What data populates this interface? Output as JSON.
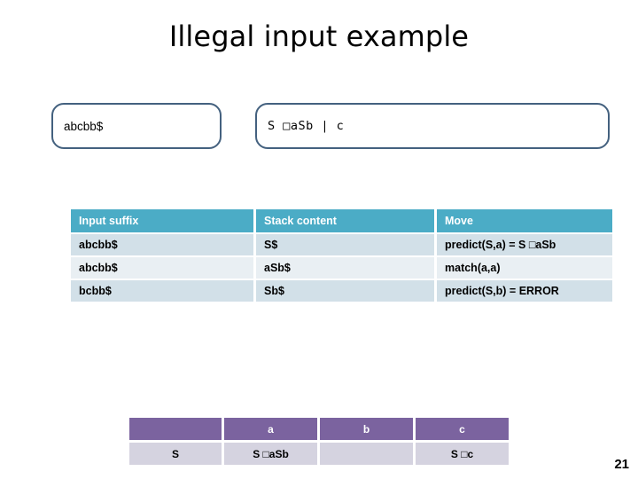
{
  "slide": {
    "title": "Illegal input example",
    "number": "21",
    "accent_teal": "#4BACC6",
    "accent_purple": "#7B639F",
    "box_border_color": "#44617F",
    "row_dark": "#D2E0E8",
    "row_light": "#E9EFF3",
    "parse_row_bg": "#D5D3E0"
  },
  "callouts": {
    "input_box": {
      "text": "abcbb$",
      "label": "input-string"
    },
    "grammar_box": {
      "text": "S □aSb | c",
      "label": "grammar-production"
    }
  },
  "trace_table": {
    "headers": [
      "Input suffix",
      "Stack content",
      "Move"
    ],
    "rows": [
      {
        "suffix": "abcbb$",
        "stack": "S$",
        "move": "predict(S,a) = S □aSb"
      },
      {
        "suffix": "abcbb$",
        "stack": "aSb$",
        "move": "match(a,a)"
      },
      {
        "suffix": "bcbb$",
        "stack": "Sb$",
        "move": "predict(S,b) = ERROR"
      }
    ]
  },
  "parse_table": {
    "headers": [
      "",
      "a",
      "b",
      "c"
    ],
    "rows": [
      {
        "nonterminal": "S",
        "a": "S □aSb",
        "b": "",
        "c": "S □c"
      }
    ]
  }
}
